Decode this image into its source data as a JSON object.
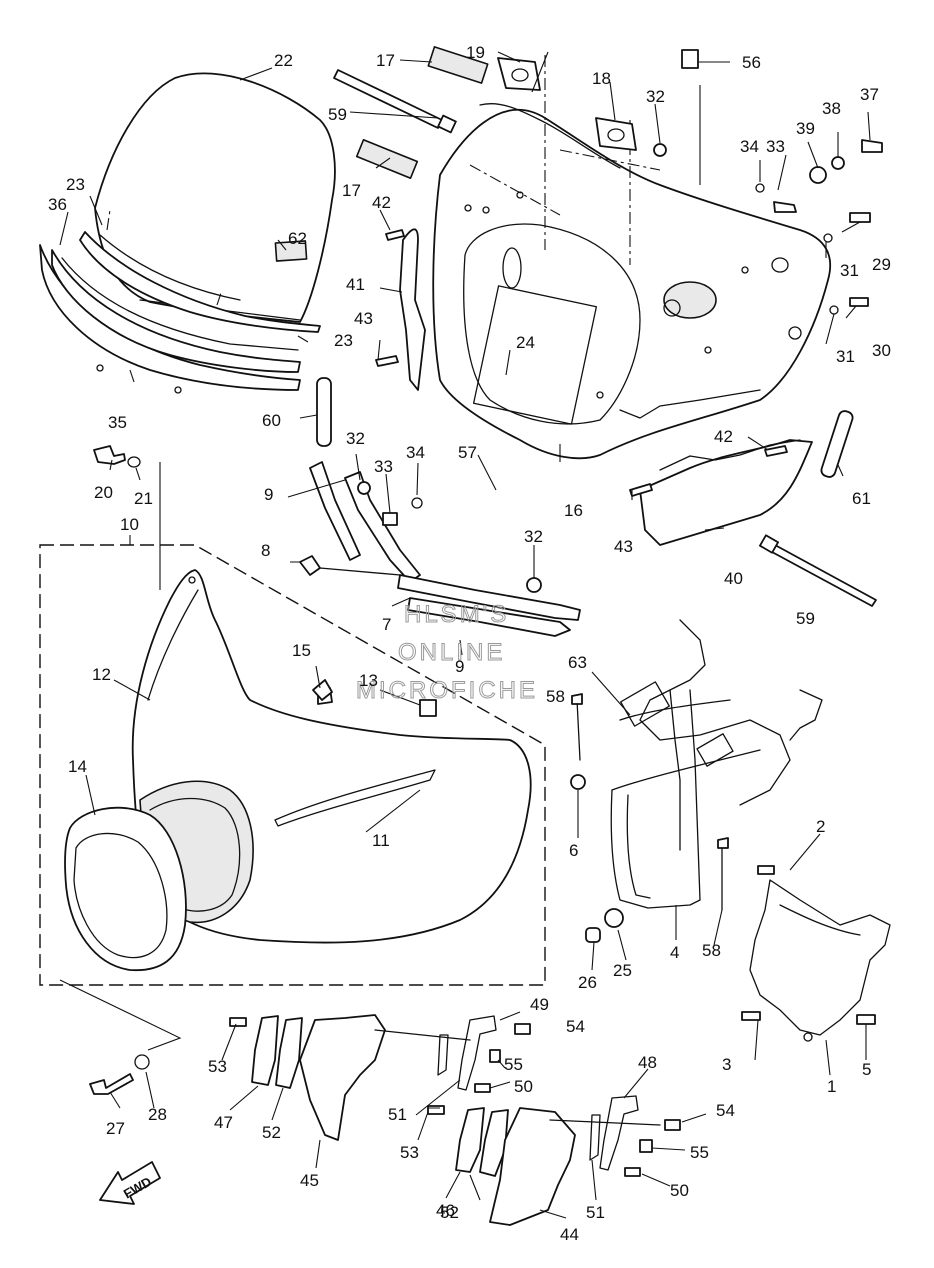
{
  "watermark": [
    "HLSM'S",
    "ONLINE",
    "MICROFICHE"
  ],
  "direction_label": "FWD",
  "callouts": [
    "1",
    "2",
    "3",
    "4",
    "5",
    "6",
    "7",
    "8",
    "9",
    "9",
    "10",
    "11",
    "12",
    "13",
    "14",
    "15",
    "16",
    "17",
    "17",
    "18",
    "19",
    "20",
    "21",
    "22",
    "23",
    "23",
    "24",
    "25",
    "26",
    "27",
    "28",
    "29",
    "30",
    "31",
    "31",
    "32",
    "32",
    "32",
    "33",
    "33",
    "34",
    "34",
    "35",
    "36",
    "37",
    "38",
    "39",
    "40",
    "41",
    "42",
    "42",
    "43",
    "43",
    "44",
    "45",
    "46",
    "47",
    "48",
    "49",
    "50",
    "50",
    "51",
    "51",
    "52",
    "52",
    "53",
    "53",
    "54",
    "54",
    "55",
    "55",
    "56",
    "57",
    "58",
    "58",
    "59",
    "59",
    "60",
    "61",
    "62",
    "63"
  ]
}
